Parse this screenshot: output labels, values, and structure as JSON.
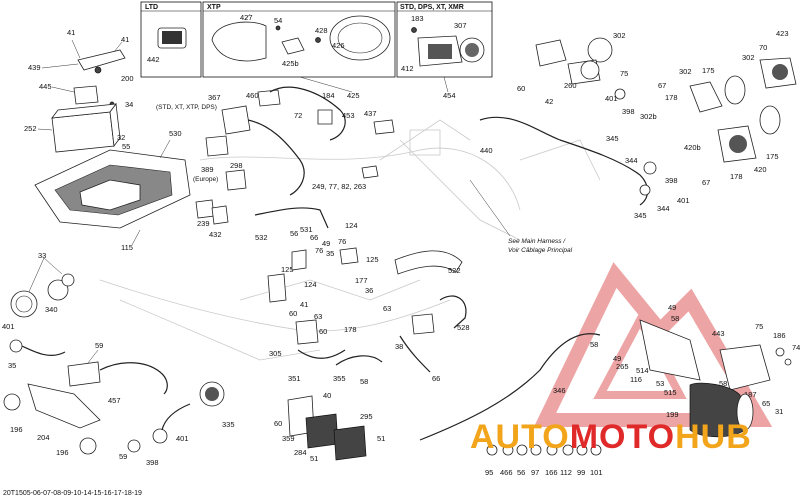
{
  "diagram": {
    "document_id": "20T1505-06-07-08-09-10-14-15-16-17-18-19",
    "variant_boxes": [
      {
        "title": "LTD",
        "callouts": [
          "442"
        ]
      },
      {
        "title": "XTP",
        "callouts": [
          "427",
          "54",
          "425b",
          "428",
          "426"
        ]
      },
      {
        "title": "STD, DPS, XT, XMR",
        "callouts": [
          "183",
          "307",
          "412"
        ]
      }
    ],
    "notes": {
      "see_main_harness_en": "See Main Harness /",
      "see_main_harness_fr": "Voir Câblage Principal",
      "model_note_367": "(STD, XT, XTP, DPS)",
      "europe_note": "(Europe)"
    },
    "callouts": [
      "41",
      "41",
      "439",
      "200",
      "445",
      "34",
      "252",
      "32",
      "55",
      "530",
      "115",
      "425",
      "454",
      "460",
      "367",
      "184",
      "72",
      "453",
      "437",
      "389",
      "298",
      "239",
      "432",
      "249, 77, 82, 263",
      "532",
      "56",
      "531",
      "66",
      "125",
      "76",
      "49",
      "35",
      "124",
      "76",
      "125",
      "522",
      "177",
      "36",
      "63",
      "178",
      "528",
      "60",
      "41",
      "63",
      "60",
      "305",
      "351",
      "355",
      "58",
      "38",
      "66",
      "33",
      "340",
      "401",
      "35",
      "59",
      "457",
      "196",
      "204",
      "196",
      "59",
      "398",
      "401",
      "335",
      "60",
      "40",
      "359",
      "284",
      "295",
      "51",
      "51",
      "302",
      "423",
      "60",
      "42",
      "260",
      "75",
      "398",
      "401",
      "178",
      "302",
      "175",
      "70",
      "302",
      "440",
      "345",
      "302b",
      "67",
      "420b",
      "175",
      "420",
      "345",
      "344",
      "398",
      "401",
      "67",
      "178",
      "344",
      "49",
      "58",
      "49",
      "265",
      "514",
      "116",
      "53",
      "515",
      "58",
      "443",
      "75",
      "186",
      "74",
      "58",
      "187",
      "65",
      "31",
      "199",
      "95",
      "466",
      "56",
      "97",
      "166",
      "112",
      "99",
      "101",
      "346",
      "58"
    ],
    "watermark": {
      "part1": "AUTO",
      "part2": "MOTO",
      "part3": "HUB"
    }
  }
}
